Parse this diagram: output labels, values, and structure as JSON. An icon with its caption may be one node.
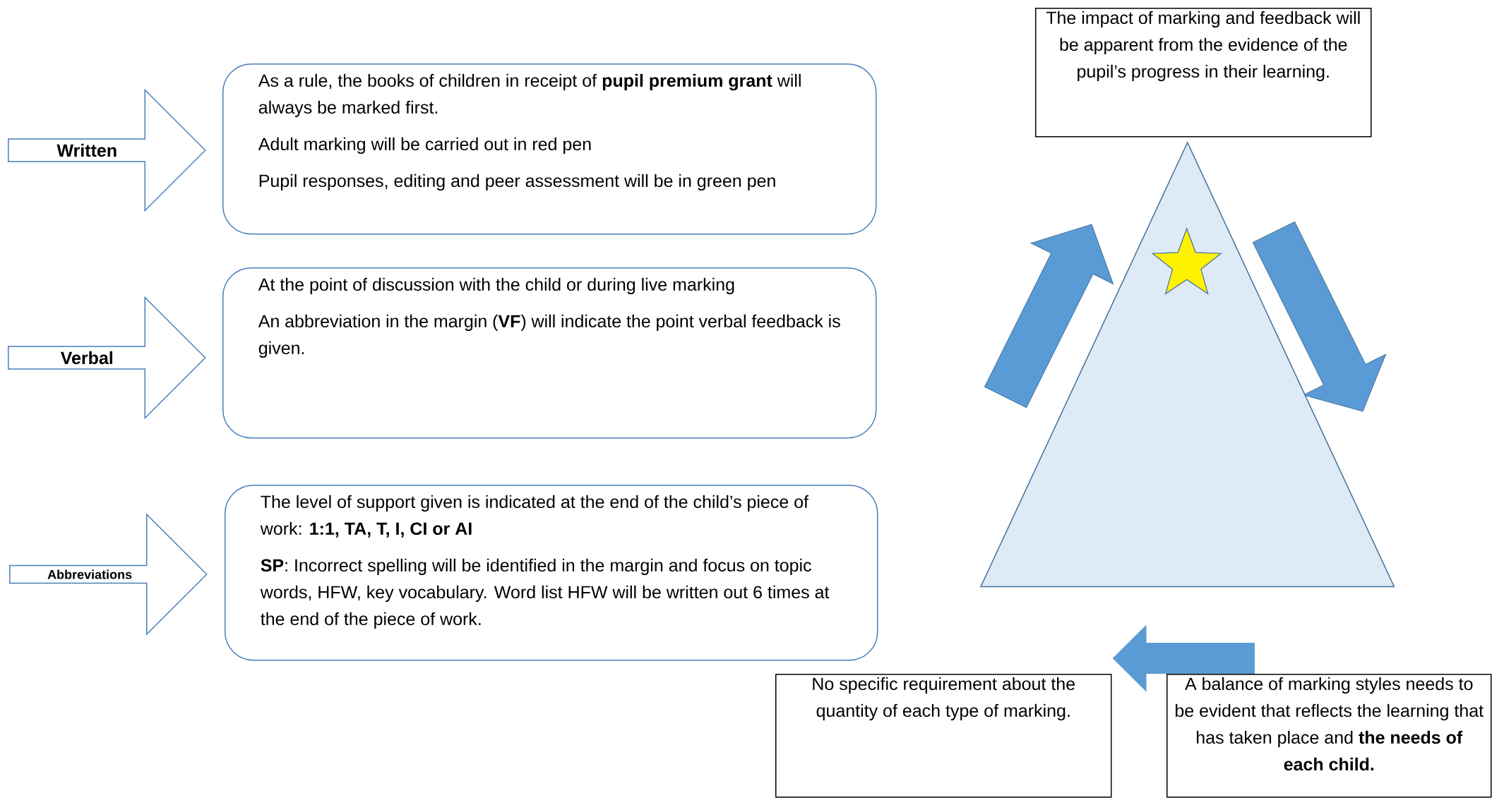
{
  "diagram": {
    "nodes": [
      {
        "text": [
          "Written"
        ]
      },
      {
        "text": [
          "As a rule, the books of children in receipt of **pupil premium grant** will always be marked first.",
          "Adult marking will be carried out in red pen",
          "Pupil responses, editing and peer assessment will be in green pen"
        ]
      },
      {
        "text": [
          "Verbal"
        ]
      },
      {
        "text": [
          "At the point of discussion with the child or during live marking",
          "An abbreviation in the margin (**VF**) will indicate the point verbal feedback is given."
        ]
      },
      {
        "text": [
          "Abbreviations"
        ]
      },
      {
        "text": [
          "The level of support given is indicated at the end of the child’s piece of work: **1:1, TA, T, I, CI or AI**",
          "**SP**: Incorrect spelling will be identified in the margin and focus on topic words, HFW, key vocabulary. Word list HFW will be written out 6 times at the end of the piece of work."
        ]
      },
      {
        "text": [
          "The impact of marking and feedback will be apparent from the evidence of the pupil’s progress in their learning."
        ]
      },
      {
        "text": [
          "No specific requirement about the quantity of each type of marking."
        ]
      },
      {
        "text": [
          "A balance of marking styles needs to be evident that reflects the learning that has taken place and **the needs of each child.**"
        ]
      },
      {
        "text": [],
        "shape": "triangle"
      },
      {
        "text": [],
        "shape": "star",
        "in": 9
      }
    ],
    "edges": [
      {
        "from": 8,
        "to": 7,
        "arrow": "to"
      }
    ]
  }
}
